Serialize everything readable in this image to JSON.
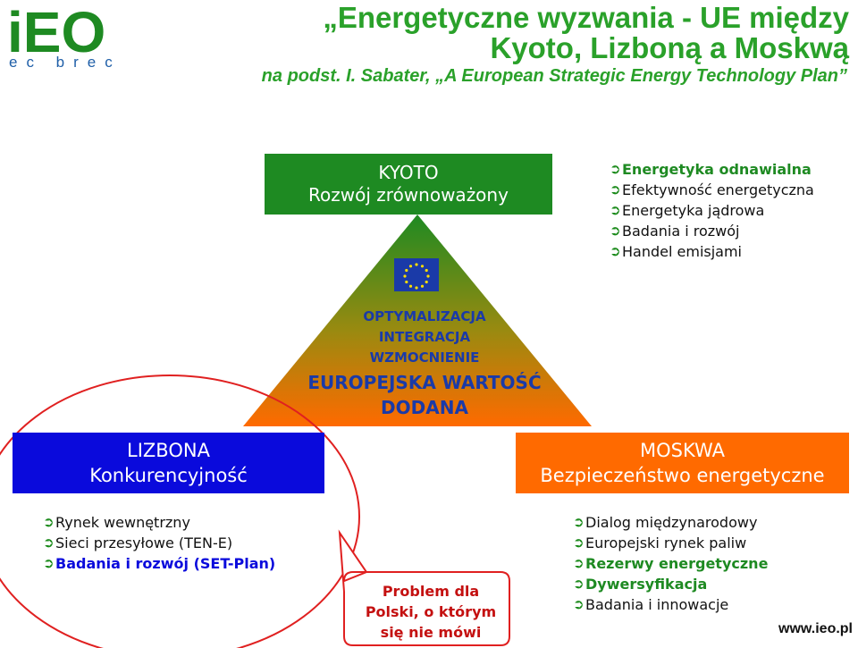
{
  "logo": {
    "letters": "iEO",
    "subtitle": "ec brec",
    "color": "#1e8a22",
    "sub_color": "#1f5fa8"
  },
  "header": {
    "title_line1": "„Energetyczne wyzwania - UE między",
    "title_line2": "Kyoto, Lizboną a Moskwą",
    "subtitle": "na podst. I. Sabater, „A European Strategic Energy Technology Plan”",
    "color": "#2aa12a"
  },
  "kyoto": {
    "title": "KYOTO",
    "subtitle": "Rozwój zrównoważony",
    "color": "#1e8a22",
    "items": [
      {
        "label": "Energetyka odnawialna",
        "highlight": true
      },
      {
        "label": "Efektywność energetyczna",
        "highlight": false
      },
      {
        "label": "Energetyka jądrowa",
        "highlight": false
      },
      {
        "label": "Badania i rozwój",
        "highlight": false
      },
      {
        "label": "Handel emisjami",
        "highlight": false
      }
    ]
  },
  "eu_flag": {
    "icon": "eu-flag-icon",
    "color": "#1a3aa8",
    "star_color": "#ffdd00"
  },
  "pyramid": {
    "line1": "OPTYMALIZACJA",
    "line2": "INTEGRACJA",
    "line3": "WZMOCNIENIE",
    "line4": "EUROPEJSKA WARTOŚĆ",
    "line5": "DODANA",
    "top_color": "#1e8a22",
    "bottom_color": "#ff6a00"
  },
  "lizbona": {
    "title": "LIZBONA",
    "subtitle": "Konkurencyjność",
    "color": "#0a0adc",
    "items": [
      {
        "label": "Rynek wewnętrzny",
        "bold": false
      },
      {
        "label": "Sieci przesyłowe (TEN-E)",
        "bold": false
      },
      {
        "label": "Badania i rozwój (SET-Plan)",
        "bold": true
      }
    ]
  },
  "moskwa": {
    "title": "MOSKWA",
    "subtitle": "Bezpieczeństwo energetyczne",
    "color": "#ff6a00",
    "items": [
      {
        "label": "Dialog międzynarodowy",
        "bold": false
      },
      {
        "label": "Europejski rynek paliw",
        "bold": false
      },
      {
        "label": "Rezerwy energetyczne",
        "bold": true
      },
      {
        "label": "Dywersyfikacja",
        "bold": true
      },
      {
        "label": "Badania i innowacje",
        "bold": false
      }
    ]
  },
  "callout": {
    "line1": "Problem dla",
    "line2": "Polski, o którym",
    "line3": "się nie mówi",
    "color": "#c41010"
  },
  "footer": {
    "url": "www.ieo.pl"
  },
  "bullet_icon": "arrow-right-circle-icon"
}
